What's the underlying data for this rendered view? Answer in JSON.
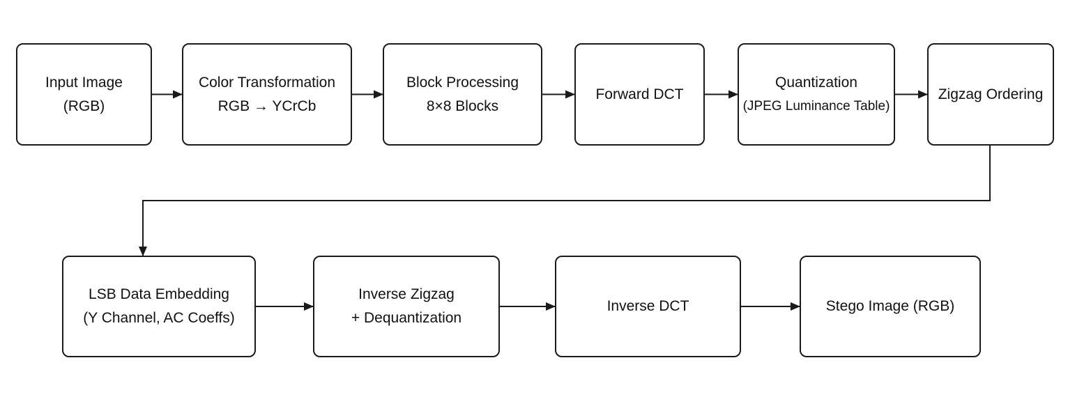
{
  "colors": {
    "stroke": "#1a1a1a",
    "text": "#111111",
    "background": "#ffffff"
  },
  "nodes": [
    {
      "id": "input-image",
      "line1": "Input Image",
      "line2": "(RGB)"
    },
    {
      "id": "color-transformation",
      "line1": "Color Transformation",
      "line2": "RGB → YCrCb"
    },
    {
      "id": "block-processing",
      "line1": "Block Processing",
      "line2": "8×8 Blocks"
    },
    {
      "id": "forward-dct",
      "line1": "Forward DCT",
      "line2": ""
    },
    {
      "id": "quantization",
      "line1": "Quantization",
      "line2": "(JPEG Luminance Table)"
    },
    {
      "id": "zigzag-ordering",
      "line1": "Zigzag Ordering",
      "line2": ""
    },
    {
      "id": "lsb-data-embedding",
      "line1": "LSB Data Embedding",
      "line2": "(Y Channel, AC Coeffs)"
    },
    {
      "id": "inverse-zigzag",
      "line1": "Inverse Zigzag",
      "line2": "+ Dequantization"
    },
    {
      "id": "inverse-dct",
      "line1": "Inverse DCT",
      "line2": ""
    },
    {
      "id": "stego-image",
      "line1": "Stego Image (RGB)",
      "line2": ""
    }
  ],
  "edges": [
    [
      "input-image",
      "color-transformation"
    ],
    [
      "color-transformation",
      "block-processing"
    ],
    [
      "block-processing",
      "forward-dct"
    ],
    [
      "forward-dct",
      "quantization"
    ],
    [
      "quantization",
      "zigzag-ordering"
    ],
    [
      "zigzag-ordering",
      "lsb-data-embedding"
    ],
    [
      "lsb-data-embedding",
      "inverse-zigzag"
    ],
    [
      "inverse-zigzag",
      "inverse-dct"
    ],
    [
      "inverse-dct",
      "stego-image"
    ]
  ]
}
